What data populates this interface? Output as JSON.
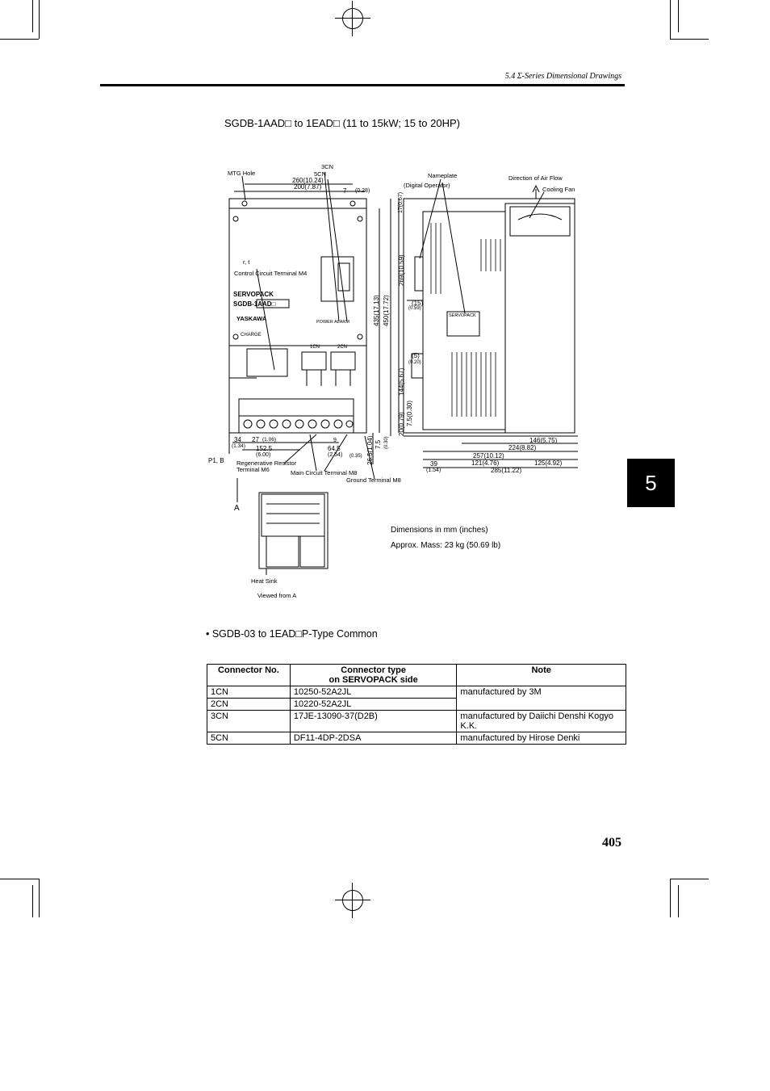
{
  "header": {
    "section": "5.4 Σ-Series Dimensional Drawings"
  },
  "drawing": {
    "title": "SGDB-1AAD□   to 1EAD□   (11 to 15kW; 15 to 20HP)",
    "labels": {
      "mtg_hole": "MTG Hole",
      "cn3": "3CN",
      "cn5": "5CN",
      "nameplate": "Nameplate",
      "digital_operator": "(Digital Operator)",
      "air_flow": "Direction of Air Flow",
      "cooling_fan": "Cooling Fan",
      "rt": "r, t",
      "control_terminal": "Control Circuit Terminal  M4",
      "servopack": "SERVOPACK",
      "model": "SGDB-1AAD□",
      "yaskawa": "YASKAWA",
      "power_alarm": "POWER ALARM",
      "charge": "CHARGE",
      "cn1": "1CN",
      "cn2": "2CN",
      "p1b": "P1, B",
      "regen_resistor": "Regenerative Resistor",
      "regen_terminal": "Terminal   M6",
      "main_circuit": "Main Circuit Terminal  M8",
      "ground_terminal": "Ground Terminal  M8",
      "view_a": "A",
      "heat_sink": "Heat Sink",
      "viewed_from_a": "Viewed from A",
      "servopack_side": "SERVOPACK"
    },
    "dimensions": {
      "d260": "260(10.24)",
      "d200": "200(7.87)",
      "d7": "7",
      "d028": "(0.28)",
      "d17": "17(0.67)",
      "d269": "269(10.59)",
      "d15": "(15)",
      "d059": "(0.59)",
      "d435": "435(17.13)",
      "d450": "450(17.72)",
      "d5": "(5)",
      "d020": "(0.20)",
      "d144": "144(5.67)",
      "d75": "7.5(0.30)",
      "d20": "20(0.79)",
      "d34": "34",
      "d134": "(1.34)",
      "d27": "27",
      "d106": "(1.06)",
      "d1525": "152.5",
      "d600": "(6.00)",
      "d9": "9",
      "d645": "64.5",
      "d254": "(2.54)",
      "d035": "(0.35)",
      "d265": "26.5(1.04)",
      "d75b": "7.5",
      "d030b": "(0.30)",
      "d146": "146(5.75)",
      "d224": "224(8.82)",
      "d257": "257(10.12)",
      "d121": "121(4.76)",
      "d125": "125(4.92)",
      "d39": "39",
      "d154": "(1.54)",
      "d285": "285(11.22)"
    },
    "info_dims": "Dimensions in mm (inches)",
    "info_mass": "Approx. Mass: 23 kg (50.69 lb)"
  },
  "tab": "5",
  "bullet": "• SGDB-03 to 1EAD□P-Type Common",
  "table": {
    "headers": [
      "Connector No.",
      "Connector type\non SERVOPACK side",
      "Note"
    ],
    "rows": [
      {
        "no": "1CN",
        "type": "10250-52A2JL"
      },
      {
        "no": "2CN",
        "type": "10220-52A2JL"
      },
      {
        "no": "3CN",
        "type": "17JE-13090-37(D2B)"
      },
      {
        "no": "5CN",
        "type": "DF11-4DP-2DSA"
      }
    ],
    "notes": {
      "n1": "manufactured by 3M",
      "n3": "manufactured by Daiichi Denshi Kogyo K.K.",
      "n5": "manufactured by Hirose Denki"
    }
  },
  "page_number": "405"
}
